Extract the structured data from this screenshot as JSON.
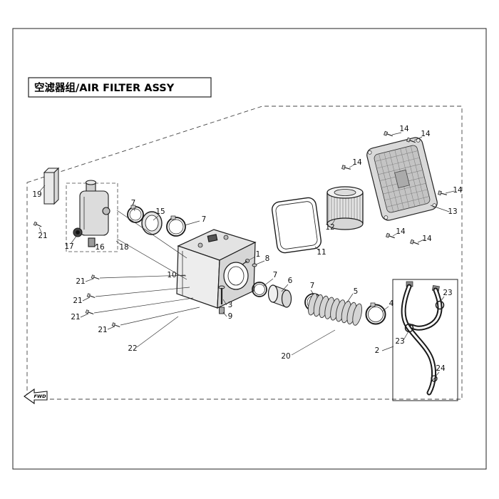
{
  "page": {
    "title": "空滤器组/AIR FILTER ASSY",
    "fwd_label": "FWD"
  },
  "callouts": {
    "n19": "19",
    "n21_1": "21",
    "n21_2": "21",
    "n21_3": "21",
    "n21_4": "21",
    "n21_5": "21",
    "n17": "17",
    "n16": "16",
    "n18": "18",
    "n7_1": "7",
    "n7_2": "7",
    "n7_3": "7",
    "n7_4": "7",
    "n15": "15",
    "n10": "10",
    "n1": "1",
    "n8": "8",
    "n6": "6",
    "n5": "5",
    "n4": "4",
    "n3": "3",
    "n9": "9",
    "n22": "22",
    "n20": "20",
    "n2": "2",
    "n23_1": "23",
    "n23_2": "23",
    "n24": "24",
    "n11": "11",
    "n12": "12",
    "n13": "13",
    "n14_1": "14",
    "n14_2": "14",
    "n14_3": "14",
    "n14_4": "14",
    "n14_5": "14",
    "n14_6": "14"
  }
}
